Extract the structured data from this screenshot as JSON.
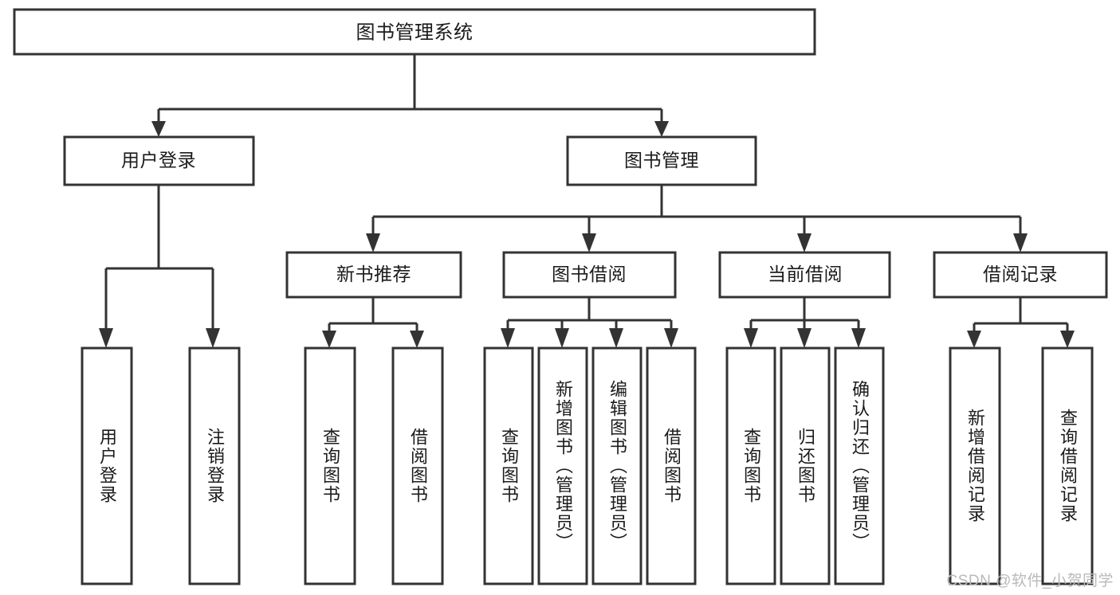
{
  "diagram": {
    "type": "tree-hierarchy",
    "title": "图书管理系统",
    "watermark": "CSDN @软件_小贺同学",
    "colors": {
      "stroke": "#333333",
      "fill": "#ffffff",
      "text": "#1b1b1b",
      "watermark": "#b9b9b9"
    },
    "root": {
      "id": "root",
      "label": "图书管理系统",
      "orientation": "horizontal"
    },
    "level2": [
      {
        "id": "user-login",
        "label": "用户登录",
        "orientation": "horizontal"
      },
      {
        "id": "book-management",
        "label": "图书管理",
        "orientation": "horizontal"
      }
    ],
    "level3": [
      {
        "id": "new-book-recommend",
        "label": "新书推荐",
        "orientation": "horizontal",
        "parent": "book-management"
      },
      {
        "id": "book-borrow",
        "label": "图书借阅",
        "orientation": "horizontal",
        "parent": "book-management"
      },
      {
        "id": "current-borrow",
        "label": "当前借阅",
        "orientation": "horizontal",
        "parent": "book-management"
      },
      {
        "id": "borrow-record",
        "label": "借阅记录",
        "orientation": "horizontal",
        "parent": "book-management"
      }
    ],
    "leaves": [
      {
        "id": "leaf-user-login",
        "label": "用户登录",
        "parent": "user-login",
        "orientation": "vertical"
      },
      {
        "id": "leaf-user-logout",
        "label": "注销登录",
        "parent": "user-login",
        "orientation": "vertical"
      },
      {
        "id": "leaf-query-book-1",
        "label": "查询图书",
        "parent": "new-book-recommend",
        "orientation": "vertical"
      },
      {
        "id": "leaf-borrow-book-1",
        "label": "借阅图书",
        "parent": "new-book-recommend",
        "orientation": "vertical"
      },
      {
        "id": "leaf-query-book-2",
        "label": "查询图书",
        "parent": "book-borrow",
        "orientation": "vertical"
      },
      {
        "id": "leaf-add-book",
        "label": "新增图书（管理员）",
        "parent": "book-borrow",
        "orientation": "vertical"
      },
      {
        "id": "leaf-edit-book",
        "label": "编辑图书（管理员）",
        "parent": "book-borrow",
        "orientation": "vertical"
      },
      {
        "id": "leaf-borrow-book-2",
        "label": "借阅图书",
        "parent": "book-borrow",
        "orientation": "vertical"
      },
      {
        "id": "leaf-query-book-3",
        "label": "查询图书",
        "parent": "current-borrow",
        "orientation": "vertical"
      },
      {
        "id": "leaf-return-book",
        "label": "归还图书",
        "parent": "current-borrow",
        "orientation": "vertical"
      },
      {
        "id": "leaf-confirm-return",
        "label": "确认归还（管理员）",
        "parent": "current-borrow",
        "orientation": "vertical"
      },
      {
        "id": "leaf-add-record",
        "label": "新增借阅记录",
        "parent": "borrow-record",
        "orientation": "vertical"
      },
      {
        "id": "leaf-query-record",
        "label": "查询借阅记录",
        "parent": "borrow-record",
        "orientation": "vertical"
      }
    ]
  }
}
